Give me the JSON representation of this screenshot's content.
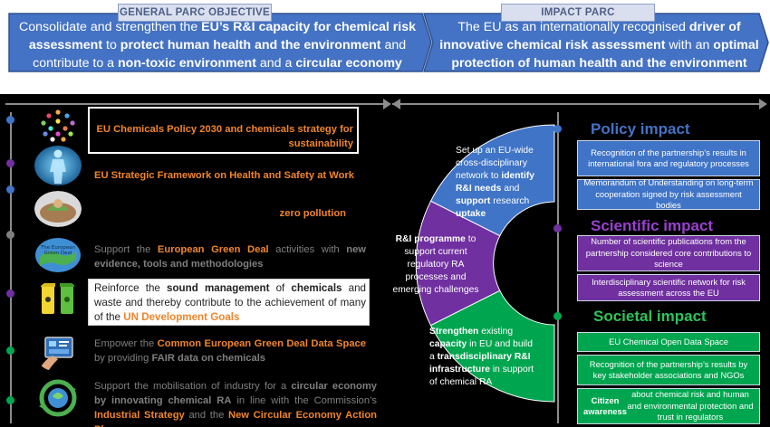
{
  "header": {
    "general_label": "GENERAL PARC OBJECTIVE",
    "impact_label": "IMPACT PARC",
    "general_objective": [
      {
        "t": "Consolidate and strengthen the ",
        "b": false
      },
      {
        "t": "EU’s R&I capacity for chemical risk assessment",
        "b": true
      },
      {
        "t": " to ",
        "b": false
      },
      {
        "t": "protect human health and the environment",
        "b": true
      },
      {
        "t": " and contribute to a ",
        "b": false
      },
      {
        "t": "non-toxic environment",
        "b": true
      },
      {
        "t": " and a ",
        "b": false
      },
      {
        "t": "circular economy",
        "b": true
      }
    ],
    "impact_statement": [
      {
        "t": "The EU as an internationally recognised ",
        "b": false
      },
      {
        "t": "driver of innovative chemical risk assessment",
        "b": true
      },
      {
        "t": " with an ",
        "b": false
      },
      {
        "t": "optimal protection of human health and the environment",
        "b": true
      }
    ]
  },
  "colors": {
    "banner_blue": "#4472c4",
    "label_bg": "#d9dfee",
    "orange": "#f0852a",
    "blue": "#3f74c7",
    "purple": "#7030a0",
    "green": "#00a64f"
  },
  "left_items": [
    {
      "icon": "molecule-network-icon",
      "dot": "#3f74c7",
      "runs": [
        {
          "t": "EU Chemicals Policy 2030 and chemicals strategy for sustainability",
          "c": "orange"
        }
      ]
    },
    {
      "icon": "human-body-icon",
      "dot": "#7030a0",
      "runs": [
        {
          "t": "EU Strategic Framework on Health and Safety at Work",
          "c": "orange"
        }
      ]
    },
    {
      "icon": "clean-environment-icon",
      "dot": "#3f74c7",
      "runs": [
        {
          "t": "zero pollution",
          "c": "orange"
        }
      ]
    },
    {
      "icon": "european-green-deal-icon",
      "dot": "#7f7f7f",
      "runs": [
        {
          "t": "Support the ",
          "c": "grey"
        },
        {
          "t": "European Green Deal",
          "c": "orange"
        },
        {
          "t": " activities with ",
          "c": "grey"
        },
        {
          "t": "new evidence, tools and methodologies",
          "c": "grey-b"
        }
      ]
    },
    {
      "icon": "recycling-bins-icon",
      "dot": "#7030a0",
      "runs": [
        {
          "t": "Reinforce the ",
          "c": "dark"
        },
        {
          "t": "sound management",
          "c": "dark-b"
        },
        {
          "t": " of ",
          "c": "dark"
        },
        {
          "t": "chemicals",
          "c": "dark-b"
        },
        {
          "t": " and waste and thereby contribute to the achievement of many of the ",
          "c": "dark"
        },
        {
          "t": "UN  Development Goals",
          "c": "orange"
        }
      ]
    },
    {
      "icon": "data-tablet-icon",
      "dot": "#00a64f",
      "runs": [
        {
          "t": "Empower the ",
          "c": "grey"
        },
        {
          "t": "Common European Green Deal Data Space",
          "c": "orange"
        },
        {
          "t": " by providing ",
          "c": "grey"
        },
        {
          "t": "FAIR data on chemicals",
          "c": "grey-b"
        }
      ]
    },
    {
      "icon": "circular-economy-icon",
      "dot": "#00a64f",
      "runs": [
        {
          "t": "Support the mobilisation of industry for a ",
          "c": "grey"
        },
        {
          "t": "circular economy by innovating chemical RA",
          "c": "grey-b"
        },
        {
          "t": " in line with the Commission’s ",
          "c": "grey"
        },
        {
          "t": "Industrial Strategy",
          "c": "orange"
        },
        {
          "t": " and the ",
          "c": "grey"
        },
        {
          "t": "New Circular Economy Action Plan",
          "c": "orange"
        }
      ]
    }
  ],
  "arc_segments": [
    {
      "name": "blue",
      "runs": [
        {
          "t": "Set up an EU-wide cross-disciplinary network to ",
          "b": false
        },
        {
          "t": "identify R&I needs",
          "b": true
        },
        {
          "t": " and ",
          "b": false
        },
        {
          "t": "support",
          "b": true
        },
        {
          "t": " research ",
          "b": false
        },
        {
          "t": "uptake",
          "b": true
        }
      ]
    },
    {
      "name": "purple",
      "runs": [
        {
          "t": "R&I programme",
          "b": true
        },
        {
          "t": " to support current regulatory RA processes and emerging challenges",
          "b": false
        }
      ]
    },
    {
      "name": "green",
      "runs": [
        {
          "t": "Strengthen",
          "b": true
        },
        {
          "t": " existing ",
          "b": false
        },
        {
          "t": "capacity",
          "b": true
        },
        {
          "t": " in EU and build a ",
          "b": false
        },
        {
          "t": "transdisciplinary R&I infrastructure",
          "b": true
        },
        {
          "t": " in support of chemical RA",
          "b": false
        }
      ]
    }
  ],
  "impacts": {
    "policy": {
      "title": "Policy impact",
      "boxes": [
        "Recognition of the partnership’s results in international fora and regulatory processes",
        "Memorandum of Understanding on long-term cooperation signed by risk assessment bodies"
      ]
    },
    "scientific": {
      "title": "Scientific impact",
      "boxes": [
        "Number of scientific publications from the partnership considered core contributions to science",
        "Interdisciplinary scientific network for risk assessment across the EU"
      ]
    },
    "societal": {
      "title": "Societal impact",
      "boxes": [
        "EU Chemical Open Data Space",
        "Recognition of the partnership’s results by key stakeholder associations and NGOs"
      ],
      "last_box": [
        {
          "t": "Citizen awareness",
          "b": true
        },
        {
          "t": " about chemical risk and human and environmental protection and trust in regulators",
          "b": false
        }
      ]
    }
  }
}
